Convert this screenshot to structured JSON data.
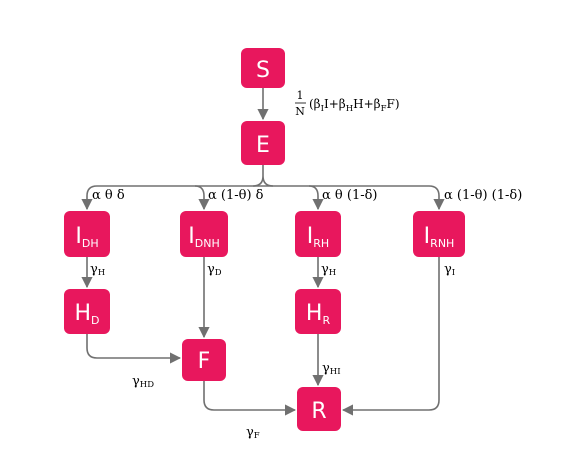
{
  "colors": {
    "node_fill": "#e8175d",
    "node_text": "#ffffff",
    "edge": "#707070"
  },
  "nodes": {
    "S": {
      "letter": "S",
      "sub": ""
    },
    "E": {
      "letter": "E",
      "sub": ""
    },
    "IDH": {
      "letter": "I",
      "sub": "DH"
    },
    "IDNH": {
      "letter": "I",
      "sub": "DNH"
    },
    "IRH": {
      "letter": "I",
      "sub": "RH"
    },
    "IRNH": {
      "letter": "I",
      "sub": "RNH"
    },
    "HD": {
      "letter": "H",
      "sub": "D"
    },
    "HR": {
      "letter": "H",
      "sub": "R"
    },
    "F": {
      "letter": "F",
      "sub": ""
    },
    "R": {
      "letter": "R",
      "sub": ""
    }
  },
  "labels": {
    "force_num": "1",
    "force_den": "N",
    "force_open": "(β",
    "force_s1": "I",
    "force_t1": "I+β",
    "force_s2": "H",
    "force_t2": "H+β",
    "force_s3": "F",
    "force_t3": "F)",
    "split_dh": "α θ δ",
    "split_dnh": "α (1-θ) δ",
    "split_rh": "α θ (1-δ)",
    "split_rnh": "α (1-θ) (1-δ)",
    "gamma_h_left_sym": "γ",
    "gamma_h_left_sub": "H",
    "gamma_d_sym": "γ",
    "gamma_d_sub": "D",
    "gamma_h_right_sym": "γ",
    "gamma_h_right_sub": "H",
    "gamma_i_sym": "γ",
    "gamma_i_sub": "I",
    "gamma_hd_sym": "γ",
    "gamma_hd_sub": "HD",
    "gamma_hi_sym": "γ",
    "gamma_hi_sub": "HI",
    "gamma_f_sym": "γ",
    "gamma_f_sub": "F"
  }
}
